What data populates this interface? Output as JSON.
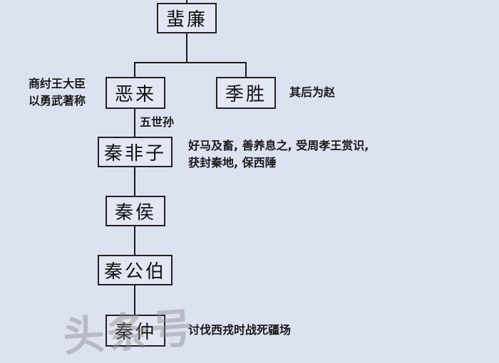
{
  "diagram": {
    "type": "genealogy-tree",
    "background_color": "#dde2f1",
    "nodes": [
      {
        "id": "feilian",
        "label": "蜚廉"
      },
      {
        "id": "elai",
        "label": "恶来"
      },
      {
        "id": "jisheng",
        "label": "季胜"
      },
      {
        "id": "qinfeizi",
        "label": "秦非子"
      },
      {
        "id": "qinhou",
        "label": "秦侯"
      },
      {
        "id": "qingongbo",
        "label": "秦公伯"
      },
      {
        "id": "qinzhong",
        "label": "秦仲"
      }
    ],
    "edges": [
      {
        "from": "feilian",
        "to": "elai"
      },
      {
        "from": "feilian",
        "to": "jisheng"
      },
      {
        "from": "elai",
        "to": "qinfeizi",
        "label": "五世孙"
      },
      {
        "from": "qinfeizi",
        "to": "qinhou"
      },
      {
        "from": "qinhou",
        "to": "qingongbo"
      },
      {
        "from": "qingongbo",
        "to": "qinzhong"
      }
    ],
    "notes": {
      "elai_line1": "商纣王大臣",
      "elai_line2": "以勇武著称",
      "jisheng": "其后为赵",
      "generation_gap": "五世孙",
      "qinfeizi_line1": "好马及畜, 善养息之, 受周孝王赏识,",
      "qinfeizi_line2": "获封秦地, 保西陲",
      "qinzhong": "讨伐西戎时战死疆场"
    },
    "watermark": "头条号"
  }
}
